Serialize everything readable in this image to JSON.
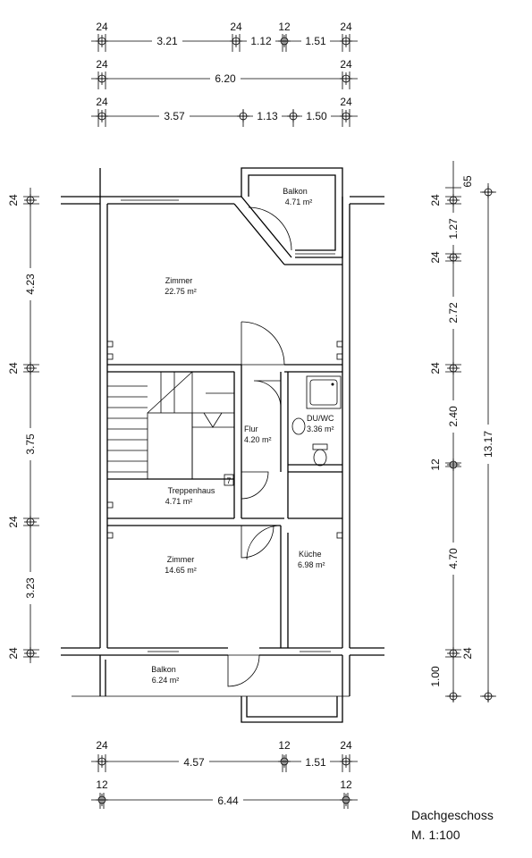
{
  "title": "Dachgeschoss",
  "scale": "M. 1:100",
  "rooms": {
    "balkon_top": {
      "name": "Balkon",
      "area": "4.71 m²"
    },
    "zimmer_top": {
      "name": "Zimmer",
      "area": "22.75 m²"
    },
    "flur": {
      "name": "Flur",
      "area": "4.20 m²"
    },
    "duwc": {
      "name": "DU/WC",
      "area": "3.36 m²"
    },
    "treppenhaus": {
      "name": "Treppenhaus",
      "area": "4.71 m²",
      "marker": "7"
    },
    "zimmer_bottom": {
      "name": "Zimmer",
      "area": "14.65 m²"
    },
    "kueche": {
      "name": "Küche",
      "area": "6.98 m²"
    },
    "balkon_bottom": {
      "name": "Balkon",
      "area": "6.24 m²"
    }
  },
  "dimensions": {
    "top_row1": [
      "24",
      "3.21",
      "24",
      "1.12",
      "12",
      "1.51",
      "24"
    ],
    "top_row2": [
      "24",
      "6.20",
      "24"
    ],
    "top_row3": [
      "24",
      "3.57",
      "1.13",
      "1.50",
      "24"
    ],
    "left": [
      "24",
      "4.23",
      "24",
      "3.75",
      "24",
      "3.23",
      "24"
    ],
    "right_inner": [
      "24",
      "1.27",
      "24",
      "2.72",
      "24",
      "2.40",
      "12",
      "4.70",
      "24",
      "1.00"
    ],
    "right_outer": [
      "65",
      "13.17"
    ],
    "bottom_row1": [
      "24",
      "4.57",
      "12",
      "1.51",
      "24"
    ],
    "bottom_row2": [
      "12",
      "6.44",
      "12"
    ]
  }
}
